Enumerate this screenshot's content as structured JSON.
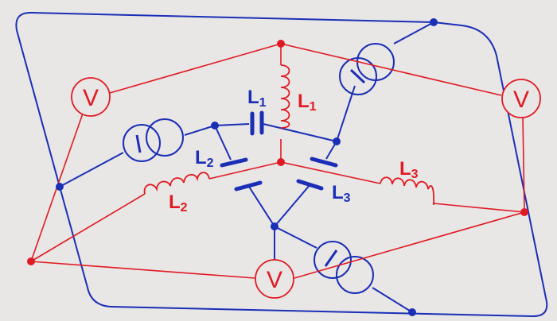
{
  "colors": {
    "background": "#e9e6e6",
    "red": "#e01a22",
    "blue": "#1a2fb5"
  },
  "labels": {
    "l1_blue": {
      "main": "L",
      "sub": "1"
    },
    "l1_red": {
      "main": "L",
      "sub": "1"
    },
    "l2_blue": {
      "main": "L",
      "sub": "2"
    },
    "l2_red": {
      "main": "L",
      "sub": "2"
    },
    "l3_blue": {
      "main": "L",
      "sub": "3"
    },
    "l3_red": {
      "main": "L",
      "sub": "3"
    }
  },
  "voltmeters": {
    "left": {
      "symbol": "V"
    },
    "right": {
      "symbol": "V"
    },
    "bottom": {
      "symbol": "V"
    }
  }
}
